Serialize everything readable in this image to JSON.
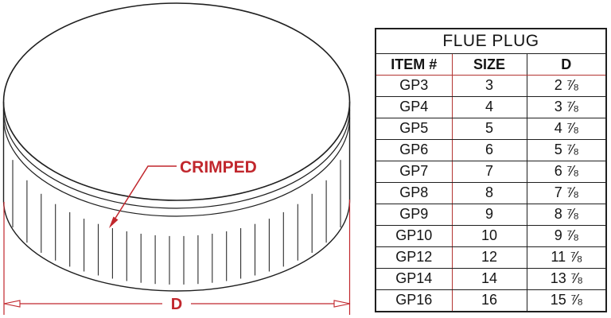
{
  "drawing": {
    "crimped_label": "CRIMPED",
    "dimension_label": "D",
    "outline_color": "#1f1f1f",
    "annotation_color": "#c1272d"
  },
  "table": {
    "title": "FLUE PLUG",
    "columns": [
      "ITEM #",
      "SIZE",
      "D"
    ],
    "grid_red": "#b33431",
    "grid_black": "#1f1f1f",
    "rows": [
      {
        "item": "GP3",
        "size": "3",
        "d": "2 ⅞"
      },
      {
        "item": "GP4",
        "size": "4",
        "d": "3 ⅞"
      },
      {
        "item": "GP5",
        "size": "5",
        "d": "4 ⅞"
      },
      {
        "item": "GP6",
        "size": "6",
        "d": "5 ⅞"
      },
      {
        "item": "GP7",
        "size": "7",
        "d": "6 ⅞"
      },
      {
        "item": "GP8",
        "size": "8",
        "d": "7 ⅞"
      },
      {
        "item": "GP9",
        "size": "9",
        "d": "8 ⅞"
      },
      {
        "item": "GP10",
        "size": "10",
        "d": "9 ⅞"
      },
      {
        "item": "GP12",
        "size": "12",
        "d": "11 ⅞"
      },
      {
        "item": "GP14",
        "size": "14",
        "d": "13 ⅞"
      },
      {
        "item": "GP16",
        "size": "16",
        "d": "15 ⅞"
      }
    ]
  }
}
